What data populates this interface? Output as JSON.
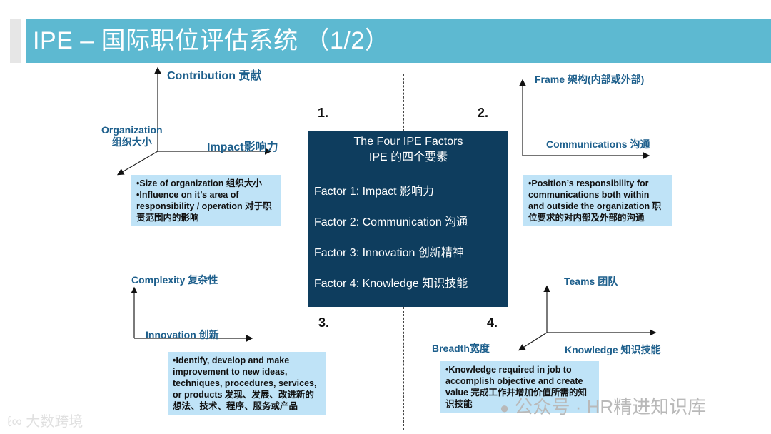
{
  "header": {
    "title": "IPE – 国际职位评估系统 （1/2）",
    "bar_color": "#5db9d1"
  },
  "center": {
    "heading_en": "The Four IPE Factors",
    "heading_cn": "IPE 的四个要素",
    "factors": [
      {
        "label": "Factor 1:  Impact 影响力"
      },
      {
        "label": "Factor 2:  Communication 沟通"
      },
      {
        "label": "Factor 3:  Innovation 创新精神"
      },
      {
        "label": "Factor 4:  Knowledge 知识技能"
      }
    ],
    "box_color": "#0e3d5e"
  },
  "quadrants": [
    {
      "number": "1.",
      "axes": {
        "y": "Contribution 贡献",
        "x": "Impact影响力",
        "z_en": "Organization",
        "z_cn": "组织大小"
      },
      "notes": [
        "•Size of organization 组织大小",
        "•Influence on it’s area of responsibility / operation 对于职责范围内的影响"
      ]
    },
    {
      "number": "2.",
      "axes": {
        "y": "Frame 架构(内部或外部)",
        "x": "Communications 沟通"
      },
      "notes": [
        "•Position’s responsibility for communications both within and outside the organization 职位要求的对内部及外部的沟通"
      ]
    },
    {
      "number": "3.",
      "axes": {
        "y": "Complexity 复杂性",
        "x": "Innovation 创新"
      },
      "notes": [
        "•Identify, develop and make improvement to new ideas, techniques, procedures, services, or products  发现、发展、改进新的想法、技术、程序、服务或产品"
      ]
    },
    {
      "number": "4.",
      "axes": {
        "y": "Teams 团队",
        "x": "Knowledge 知识技能",
        "z": "Breadth宽度"
      },
      "notes": [
        "•Knowledge required in job to accomplish objective and create value  完成工作并增加价值所需的知识技能"
      ]
    }
  ],
  "watermarks": {
    "bottom_left": "大数跨境",
    "bottom_right": "公众号 · HR精进知识库"
  },
  "colors": {
    "label_blue": "#1d5f8c",
    "note_bg": "#bfe3f7"
  }
}
